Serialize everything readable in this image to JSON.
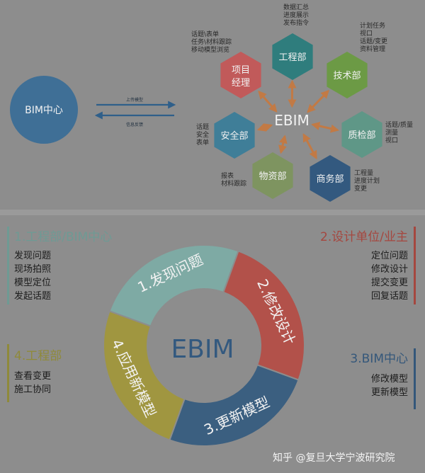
{
  "top": {
    "bim_center": "BIM中心",
    "arrow_upload": "上传模型",
    "arrow_feedback": "信息反馈",
    "hub": "EBIM",
    "hub_color": "#f2f2f2",
    "arrow_color": "#c27a45",
    "departments": [
      {
        "name": "项目经理",
        "line1": "项目",
        "line2": "经理",
        "color": "#c15a5a",
        "notes": [
          "话题\\表单",
          "任务\\材料跟踪",
          "移动模型浏览"
        ]
      },
      {
        "name": "工程部",
        "line1": "工程部",
        "line2": "",
        "color": "#2f7d7d",
        "notes": [
          "数据汇总",
          "进度展示",
          "发布指令"
        ]
      },
      {
        "name": "技术部",
        "line1": "技术部",
        "line2": "",
        "color": "#6c9a45",
        "notes": [
          "计划任务",
          "视口",
          "话题/变更",
          "资料管理"
        ]
      },
      {
        "name": "质检部",
        "line1": "质检部",
        "line2": "",
        "color": "#5f9787",
        "notes": [
          "话题/质量",
          "测量",
          "视口"
        ]
      },
      {
        "name": "商务部",
        "line1": "商务部",
        "line2": "",
        "color": "#33597f",
        "notes": [
          "工程量",
          "进度计划",
          "变更"
        ]
      },
      {
        "name": "物资部",
        "line1": "物资部",
        "line2": "",
        "color": "#7e9460",
        "notes": [
          "报表",
          "材料跟踪"
        ]
      },
      {
        "name": "安全部",
        "line1": "安全部",
        "line2": "",
        "color": "#3f7e98",
        "notes": [
          "话题",
          "安全",
          "表单"
        ]
      }
    ]
  },
  "bottom": {
    "center": "EBIM",
    "ring": [
      {
        "label": "1.发现问题",
        "color": "#7eaaa4"
      },
      {
        "label": "2.修改设计",
        "color": "#b2514a"
      },
      {
        "label": "3.更新模型",
        "color": "#3b5f80"
      },
      {
        "label": "4.应用新模型",
        "color": "#a09640"
      }
    ],
    "sides": [
      {
        "title": "1.工程部/BIM中心",
        "color": "#6e9a94",
        "items": [
          "发现问题",
          "现场拍照",
          "模型定位",
          "发起话题"
        ]
      },
      {
        "title": "2.设计单位/业主",
        "color": "#a5473f",
        "items": [
          "定位问题",
          "修改设计",
          "提交变更",
          "回复话题"
        ]
      },
      {
        "title": "3.BIM中心",
        "color": "#34577a",
        "items": [
          "修改模型",
          "更新模型"
        ]
      },
      {
        "title": "4.工程部",
        "color": "#8f8a3a",
        "items": [
          "查看变更",
          "施工协同"
        ]
      }
    ]
  },
  "watermark": "知乎 @复旦大学宁波研究院"
}
